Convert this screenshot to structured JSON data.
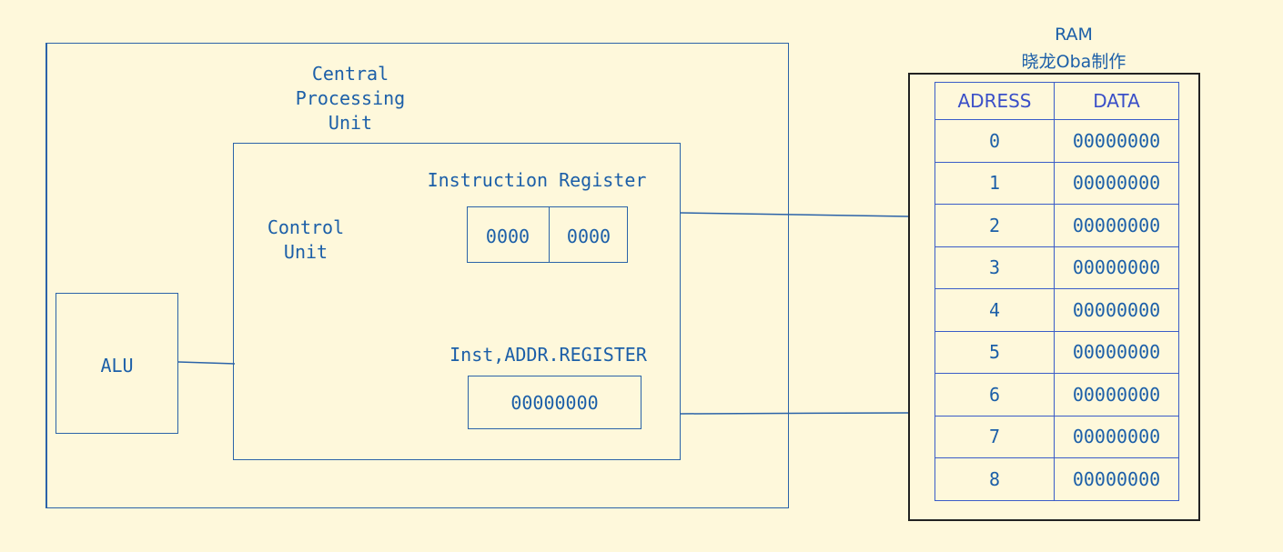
{
  "cpu": {
    "title_line1": "Central",
    "title_line2": "Processing",
    "title_line3": "Unit"
  },
  "control_unit": {
    "label_line1": "Control",
    "label_line2": "Unit"
  },
  "instruction_register": {
    "label": "Instruction Register",
    "left_value": "0000",
    "right_value": "0000"
  },
  "address_register": {
    "label": "Inst,ADDR.REGISTER",
    "value": "00000000"
  },
  "alu": {
    "label": "ALU"
  },
  "ram": {
    "title": "RAM",
    "subtitle": "晓龙Oba制作",
    "headers": [
      "ADRESS",
      "DATA"
    ],
    "rows": [
      {
        "address": "0",
        "data": "00000000"
      },
      {
        "address": "1",
        "data": "00000000"
      },
      {
        "address": "2",
        "data": "00000000"
      },
      {
        "address": "3",
        "data": "00000000"
      },
      {
        "address": "4",
        "data": "00000000"
      },
      {
        "address": "5",
        "data": "00000000"
      },
      {
        "address": "6",
        "data": "00000000"
      },
      {
        "address": "7",
        "data": "00000000"
      },
      {
        "address": "8",
        "data": "00000000"
      }
    ]
  }
}
